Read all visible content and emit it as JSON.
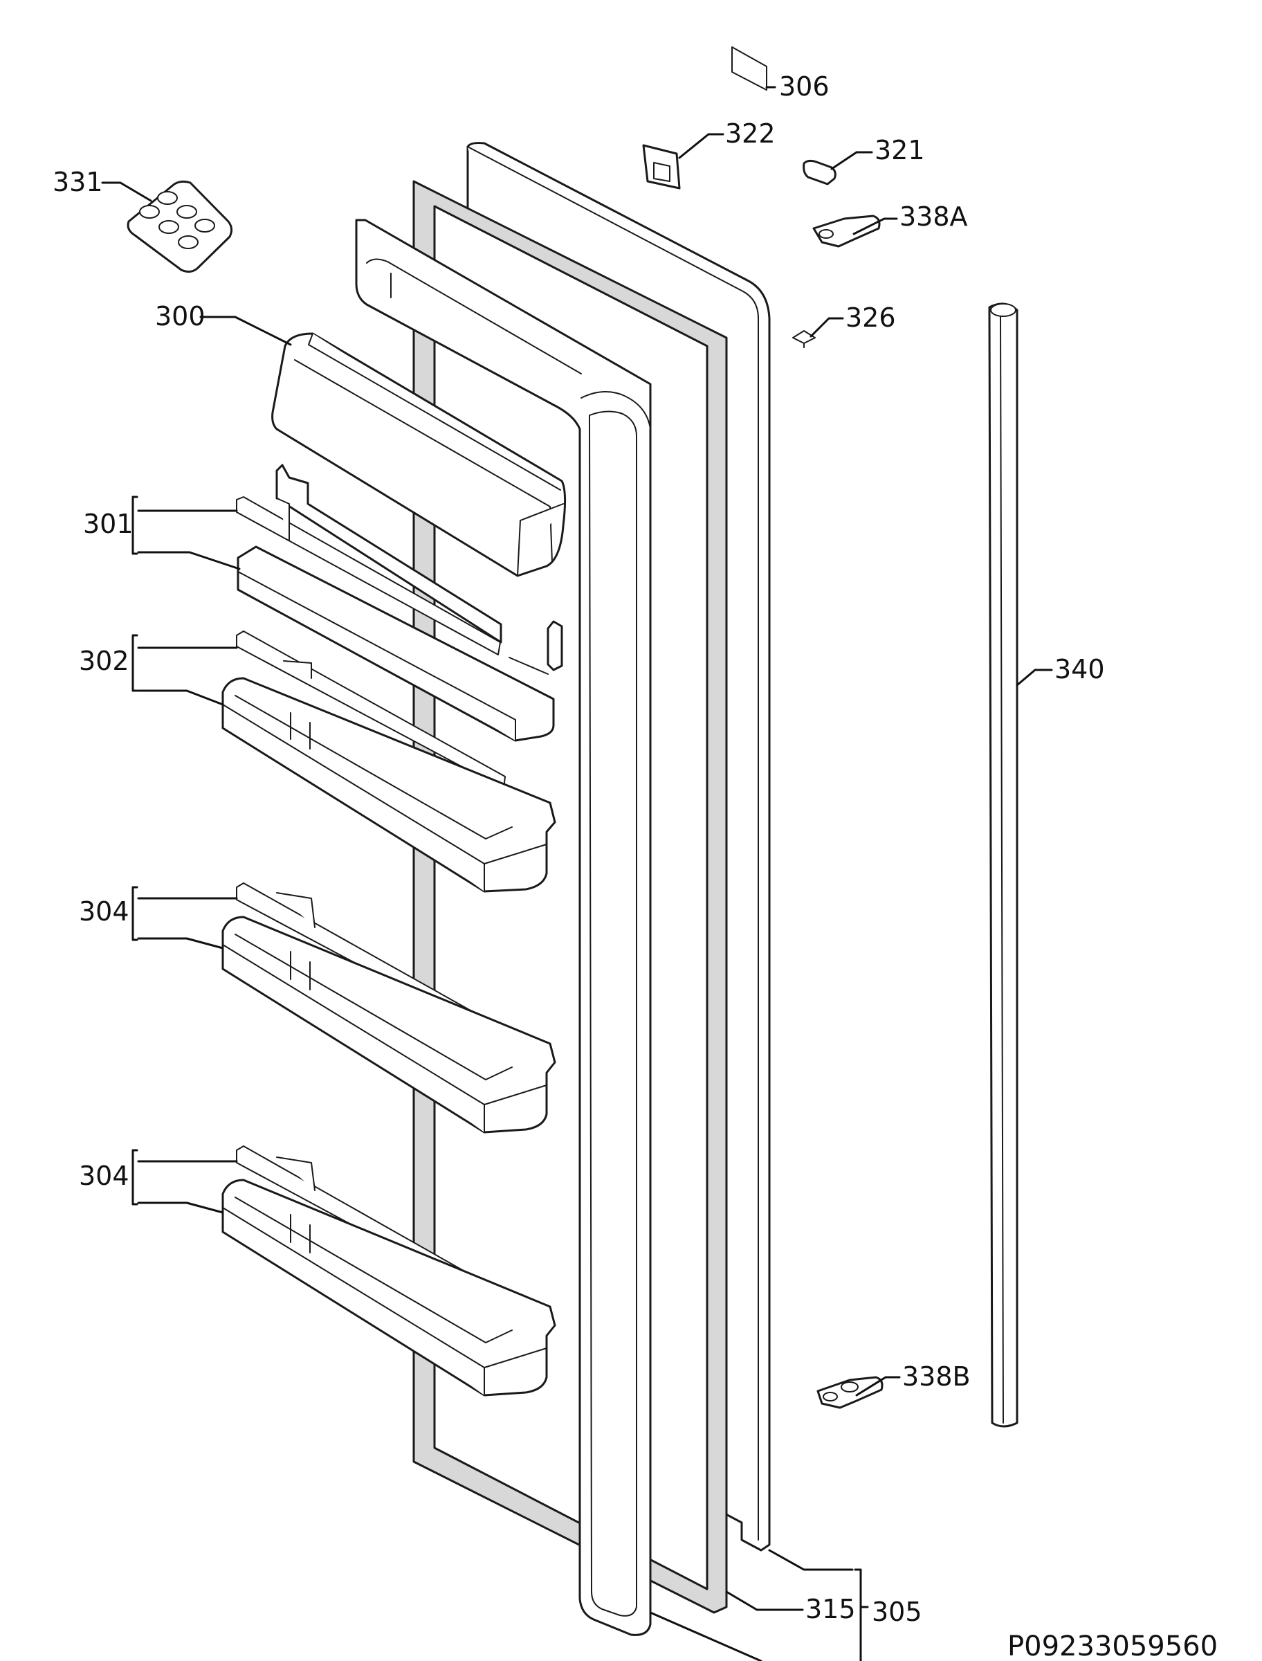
{
  "labels": {
    "p300": "300",
    "p301": "301",
    "p302": "302",
    "p304a": "304",
    "p304b": "304",
    "p305": "305",
    "p306": "306",
    "p315": "315",
    "p321": "321",
    "p322": "322",
    "p326": "326",
    "p331": "331",
    "p338A": "338A",
    "p338B": "338B",
    "p340": "340"
  },
  "drawing_code": "P09233059560",
  "colors": {
    "line": "#1a1a1a",
    "gasket": "#d8d8d8",
    "background": "#ffffff"
  }
}
